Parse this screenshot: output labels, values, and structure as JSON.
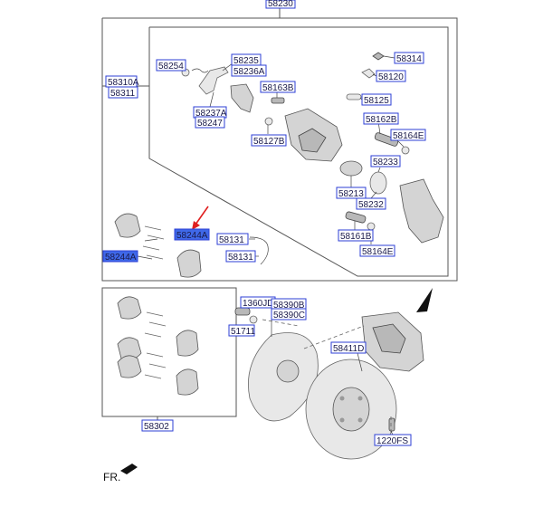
{
  "diagram": {
    "labels": {
      "l58230": "58230",
      "l58310A": "58310A",
      "l58311": "58311",
      "l58254": "58254",
      "l58235": "58235",
      "l58236A": "58236A",
      "l58237A": "58237A",
      "l58247": "58247",
      "l58163B": "58163B",
      "l58127B": "58127B",
      "l58314": "58314",
      "l58120": "58120",
      "l58125": "58125",
      "l58162B": "58162B",
      "l58164E_top": "58164E",
      "l58233": "58233",
      "l58213": "58213",
      "l58232": "58232",
      "l58161B": "58161B",
      "l58164E_bot": "58164E",
      "l58244A_top": "58244A",
      "l58244A_left": "58244A",
      "l58131_top": "58131",
      "l58131_bot": "58131",
      "l1360JD": "1360JD",
      "l58390B": "58390B",
      "l58390C": "58390C",
      "l51711": "51711",
      "l58411D": "58411D",
      "l1220FS": "1220FS",
      "l58302": "58302"
    },
    "direction_label": "FR.",
    "highlight_color": "#3f68e8",
    "label_border_color": "#2c3fd6",
    "arrow_color": "#e02020"
  }
}
